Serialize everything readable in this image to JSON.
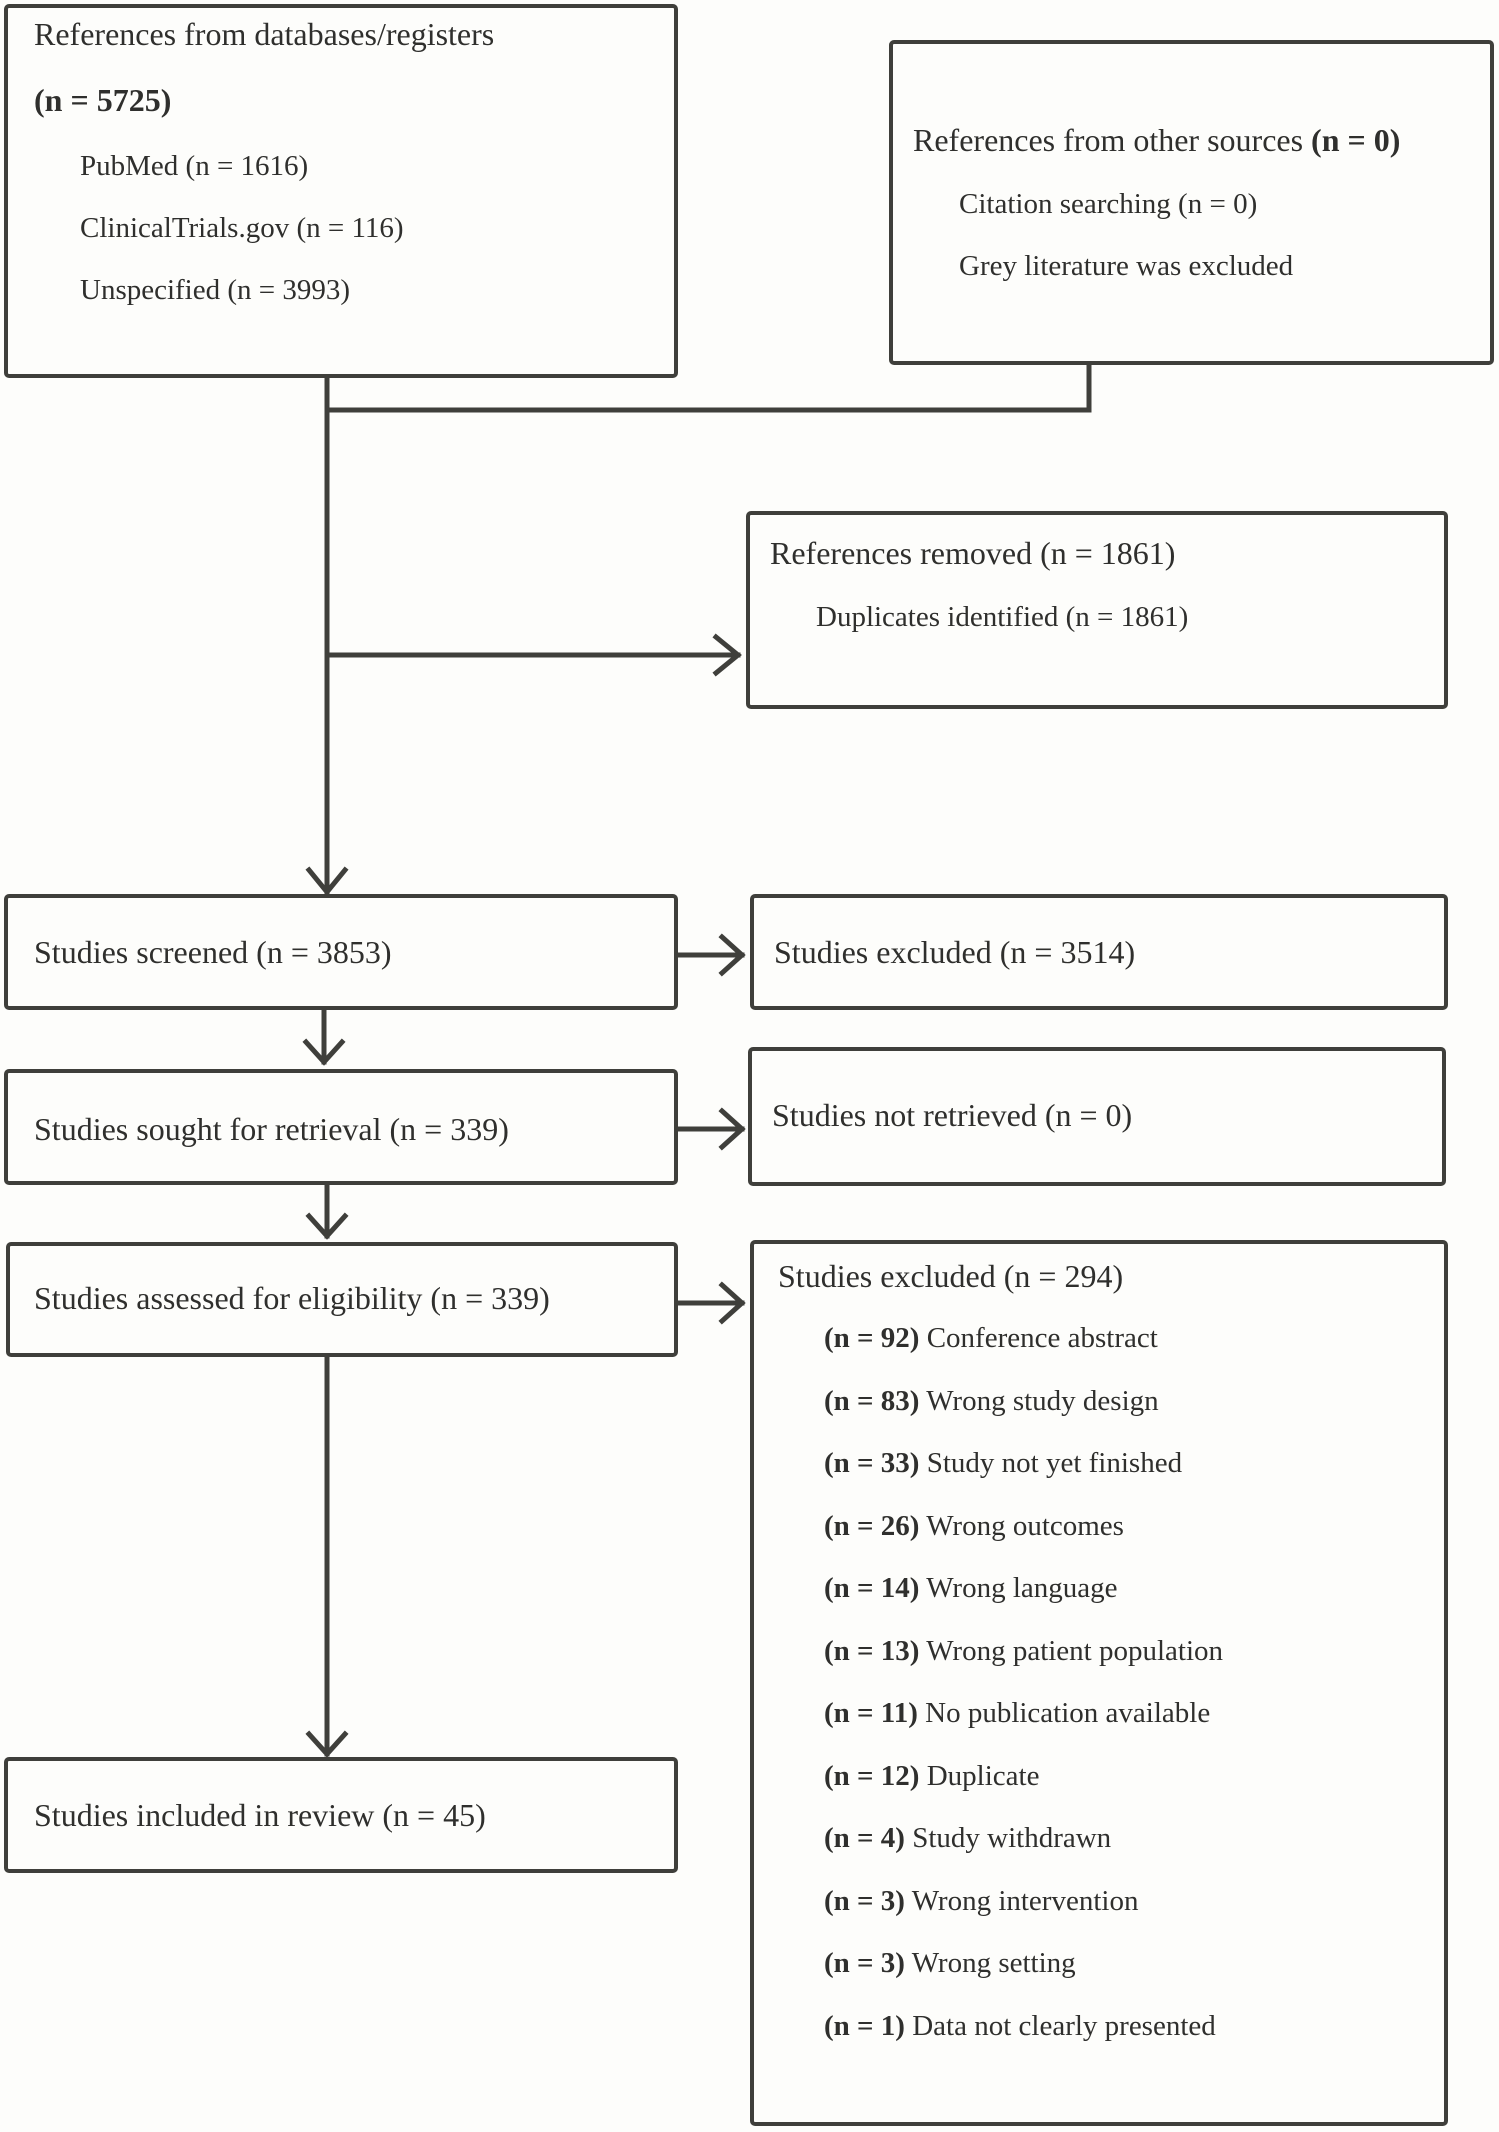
{
  "identification": {
    "databases": {
      "title": "References from databases/registers",
      "count": "(n = 5725)",
      "sources": [
        "PubMed (n = 1616)",
        "ClinicalTrials.gov (n = 116)",
        "Unspecified (n = 3993)"
      ]
    },
    "other_sources": {
      "title": "References from other sources",
      "count": "(n = 0)",
      "items": [
        "Citation searching (n = 0)",
        "Grey literature was excluded"
      ]
    },
    "removed": {
      "title": "References removed (n = 1861)",
      "items": [
        "Duplicates identified  (n = 1861)"
      ]
    }
  },
  "screening": {
    "screened": "Studies screened (n = 3853)",
    "excluded": "Studies excluded (n = 3514)",
    "sought": "Studies sought for retrieval (n = 339)",
    "not_retrieved": "Studies not retrieved (n = 0)",
    "assessed": "Studies assessed for eligibility (n = 339)",
    "excluded_eligibility": {
      "title": "Studies excluded (n = 294)",
      "reasons": [
        {
          "count": "(n = 92)",
          "reason": "Conference abstract"
        },
        {
          "count": "(n = 83)",
          "reason": "Wrong study design"
        },
        {
          "count": "(n = 33)",
          "reason": "Study not yet finished"
        },
        {
          "count": "(n = 26)",
          "reason": "Wrong outcomes"
        },
        {
          "count": "(n = 14)",
          "reason": "Wrong language"
        },
        {
          "count": "(n = 13)",
          "reason": "Wrong patient population"
        },
        {
          "count": "(n = 11)",
          "reason": "No publication available"
        },
        {
          "count": "(n = 12)",
          "reason": "Duplicate"
        },
        {
          "count": "(n = 4)",
          "reason": "Study withdrawn"
        },
        {
          "count": "(n = 3)",
          "reason": "Wrong intervention"
        },
        {
          "count": "(n = 3)",
          "reason": "Wrong setting"
        },
        {
          "count": "(n = 1)",
          "reason": "Data not clearly presented"
        }
      ]
    }
  },
  "included": {
    "title": "Studies included in review (n = 45)"
  },
  "colors": {
    "line": "#3f3f3b",
    "text": "#2f2f2d",
    "background": "#fdfdfb"
  }
}
